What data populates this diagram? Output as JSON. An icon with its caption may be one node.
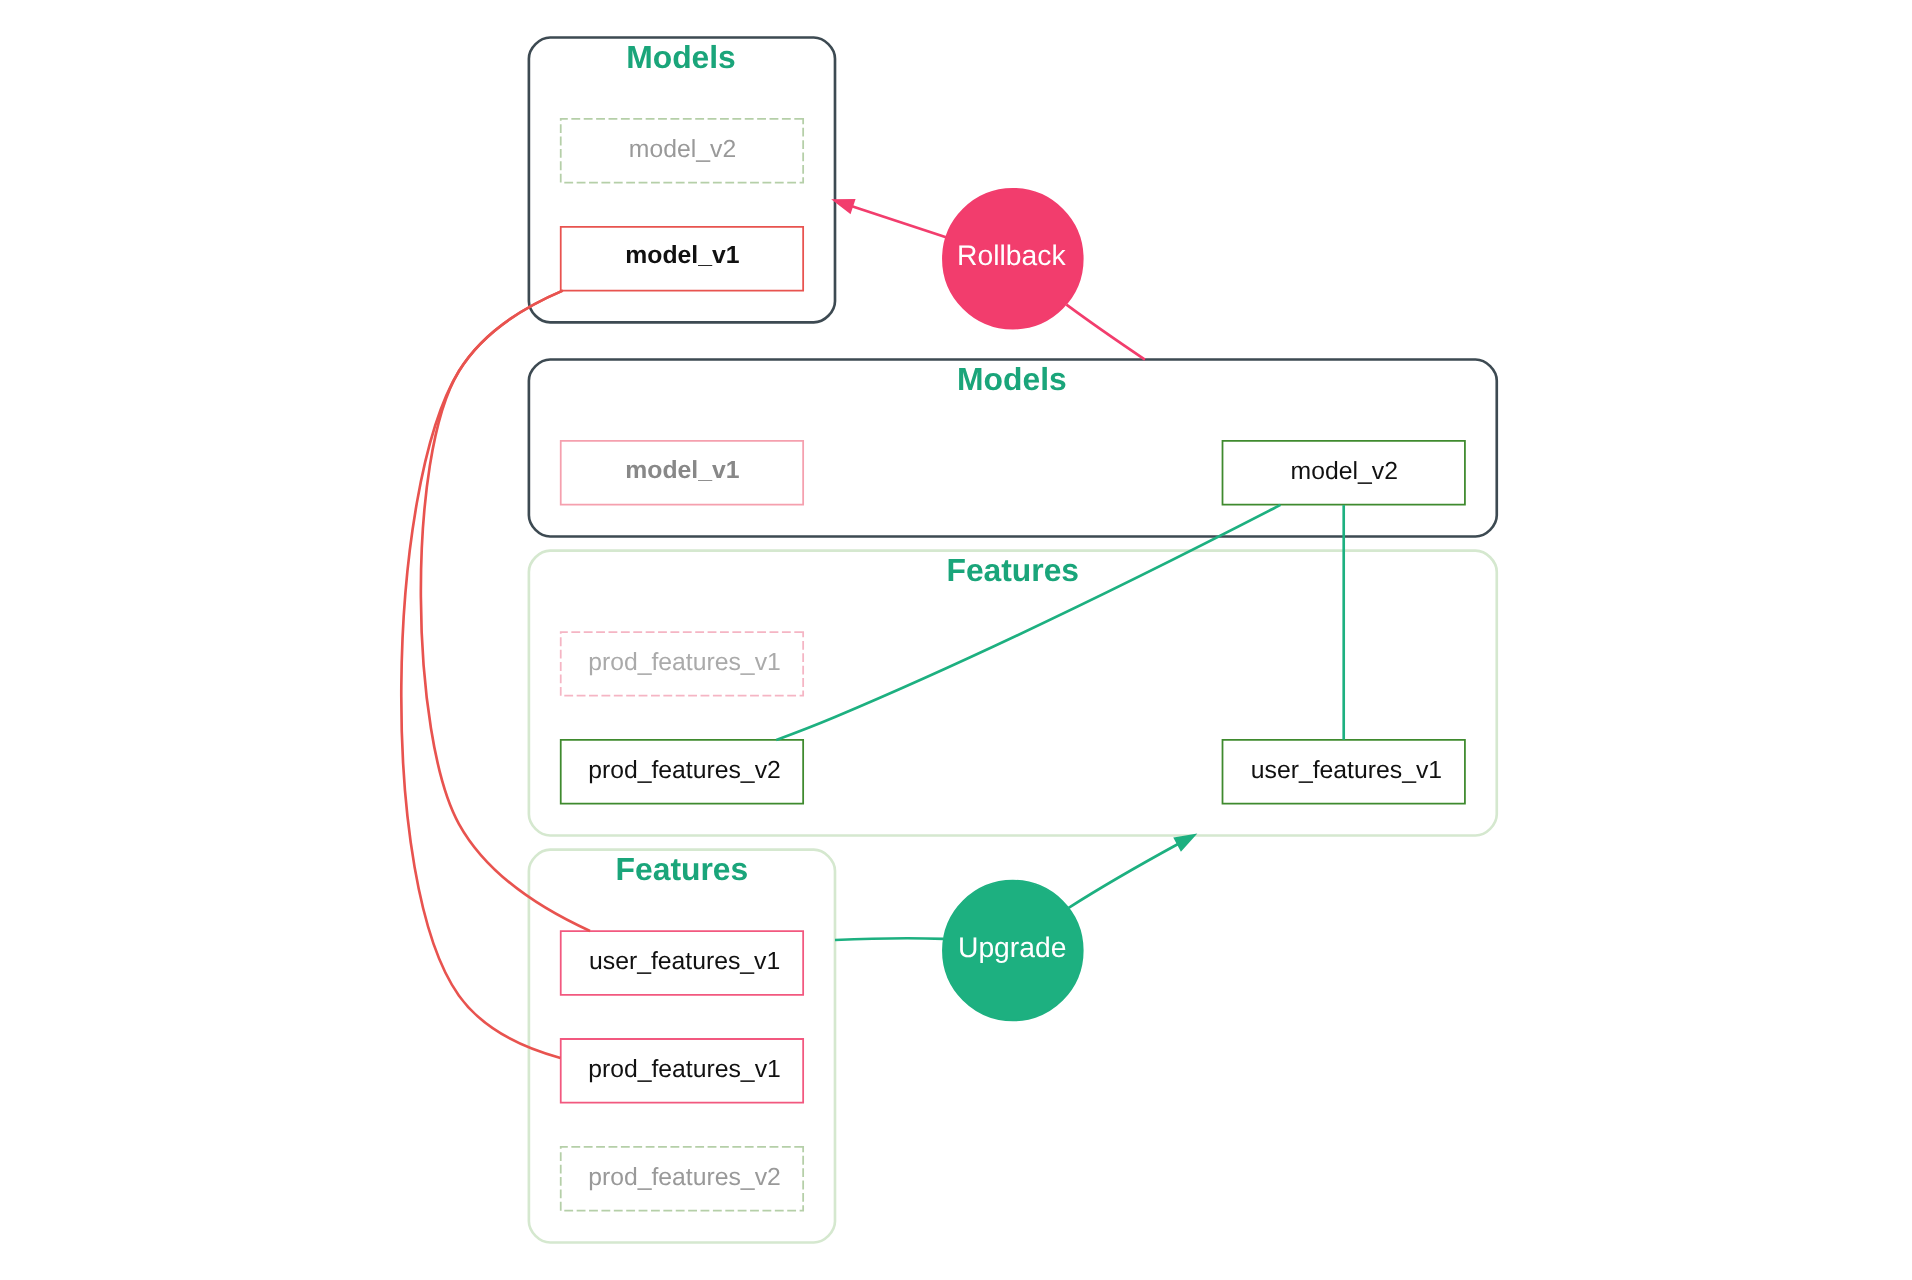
{
  "diagram": {
    "nodes": [
      {
        "text": [
          "Models"
        ]
      },
      {
        "text": [
          "model_v2"
        ],
        "in": 0
      },
      {
        "text": [
          "model_v1"
        ],
        "in": 0
      },
      {
        "text": [
          "Features"
        ]
      },
      {
        "text": [
          "user_features_v1"
        ],
        "in": 3
      },
      {
        "text": [
          "prod_features_v1"
        ],
        "in": 3
      },
      {
        "text": [
          "prod_features_v2"
        ],
        "in": 3
      },
      {
        "text": [
          "Models"
        ]
      },
      {
        "text": [
          "model_v2"
        ],
        "in": 7
      },
      {
        "text": [
          "model_v1"
        ],
        "in": 7
      },
      {
        "text": [
          "Features"
        ]
      },
      {
        "text": [
          "user_features_v1"
        ],
        "in": 10
      },
      {
        "text": [
          "prod_features_v1"
        ],
        "in": 10
      },
      {
        "text": [
          "prod_features_v2"
        ],
        "in": 10
      },
      {
        "text": [
          "Rollback"
        ]
      },
      {
        "text": [
          "Upgrade"
        ]
      }
    ],
    "edges": [
      {
        "from": 2,
        "to": 4,
        "arrow": "none",
        "color": "#e8534f"
      },
      {
        "from": 2,
        "to": 5,
        "arrow": "none",
        "color": "#e8534f"
      },
      {
        "from": 8,
        "to": 11,
        "arrow": "none",
        "color": "#1db080"
      },
      {
        "from": 8,
        "to": 13,
        "arrow": "none",
        "color": "#1db080"
      },
      {
        "from": 7,
        "to": 14,
        "arrow": "none",
        "color": "#f23d6d"
      },
      {
        "from": 14,
        "to": 0,
        "arrow": "to",
        "color": "#f23d6d"
      },
      {
        "from": 3,
        "to": 15,
        "arrow": "none",
        "color": "#1db080"
      },
      {
        "from": 15,
        "to": 10,
        "arrow": "to",
        "color": "#1db080"
      }
    ]
  }
}
